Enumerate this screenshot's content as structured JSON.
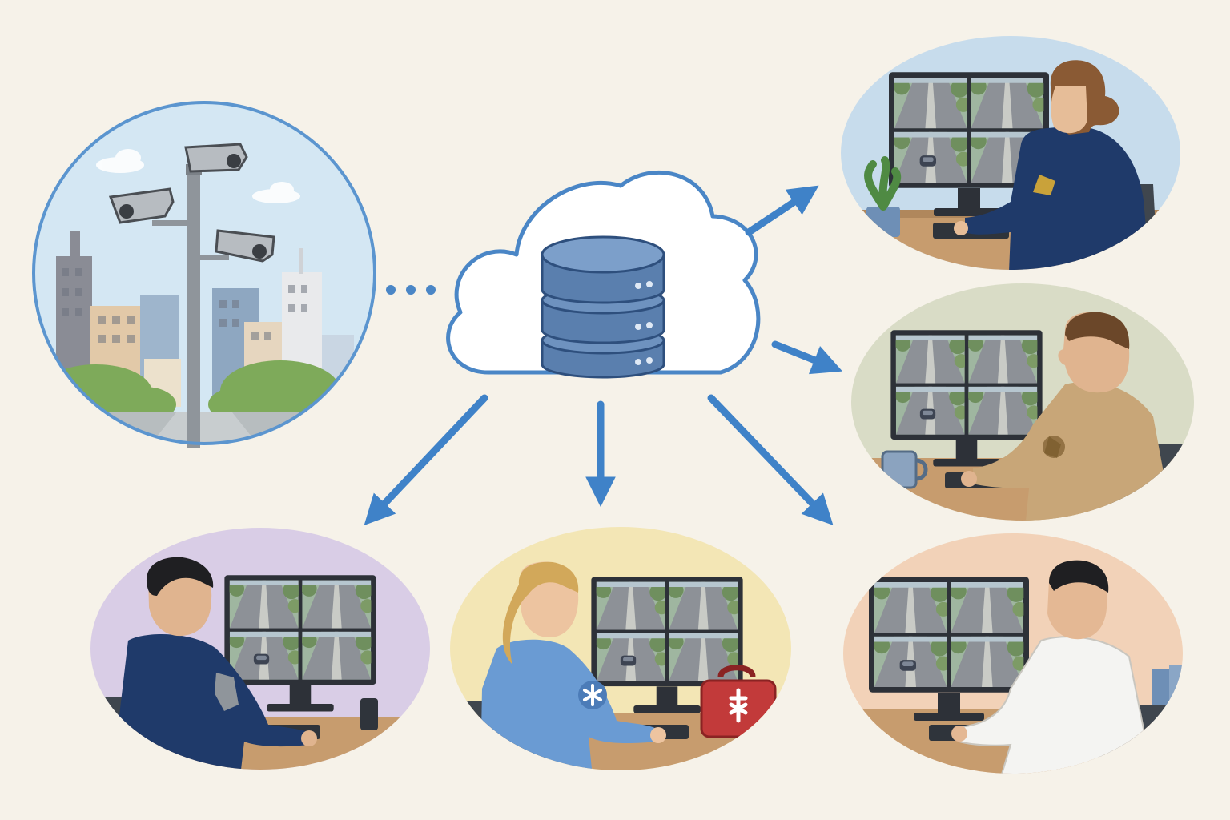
{
  "colors": {
    "background": "#f6f2e9",
    "arrow": "#3f82c8",
    "accent_ring": "#5b95cf",
    "database": "#5a7fae",
    "sky": "#cfe3f1",
    "police_navy": "#1f3a6a",
    "sheriff_tan": "#c8a678",
    "paramedic_blue": "#6a9bd3",
    "medical_bag_red": "#c23a3a",
    "bg_lavender": "#d9cde6",
    "bg_sage": "#d9dcc6",
    "bg_yellow": "#f3e6b5",
    "bg_peach": "#f2d2b8",
    "bg_skyblue": "#c7dcec"
  },
  "nodes": {
    "source": {
      "kind": "street-cameras",
      "icon": "surveillance-camera-icon"
    },
    "hub": {
      "kind": "cloud-database",
      "icon": "database-icon"
    },
    "viewers": [
      {
        "name": "police-officer-female",
        "role_icon": "police-badge-icon",
        "bg": "bg_skyblue",
        "uniform": "police_navy"
      },
      {
        "name": "sheriff-deputy",
        "role_icon": "sheriff-star-icon",
        "bg": "bg_sage",
        "uniform": "sheriff_tan"
      },
      {
        "name": "civilian-analyst",
        "role_icon": "binder-icon",
        "bg": "bg_peach",
        "uniform": "#f4f4f2"
      },
      {
        "name": "paramedic",
        "role_icon": "star-of-life-icon",
        "bg": "bg_yellow",
        "uniform": "paramedic_blue"
      },
      {
        "name": "police-officer-male",
        "role_icon": "shoulder-patch-icon",
        "bg": "bg_lavender",
        "uniform": "police_navy"
      }
    ]
  },
  "connections": [
    {
      "from": "source",
      "to": "hub",
      "style": "dotted"
    },
    {
      "from": "hub",
      "to": "police-officer-female",
      "style": "arrow"
    },
    {
      "from": "hub",
      "to": "sheriff-deputy",
      "style": "arrow"
    },
    {
      "from": "hub",
      "to": "civilian-analyst",
      "style": "arrow"
    },
    {
      "from": "hub",
      "to": "paramedic",
      "style": "arrow"
    },
    {
      "from": "hub",
      "to": "police-officer-male",
      "style": "arrow"
    }
  ]
}
